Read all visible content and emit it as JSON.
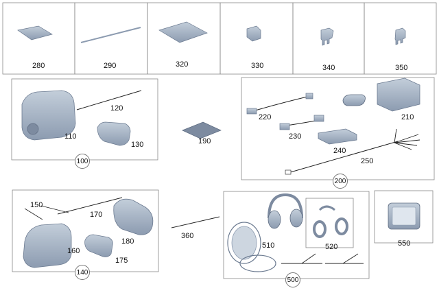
{
  "parts": {
    "p280": "280",
    "p290": "290",
    "p320": "320",
    "p330": "330",
    "p340": "340",
    "p350": "350",
    "p110": "110",
    "p120": "120",
    "p130": "130",
    "p190": "190",
    "p220": "220",
    "p210": "210",
    "p230": "230",
    "p240": "240",
    "p250": "250",
    "p150": "150",
    "p170": "170",
    "p180": "180",
    "p160": "160",
    "p175": "175",
    "p360": "360",
    "p510": "510",
    "p520": "520",
    "p550": "550"
  },
  "groups": {
    "g100": "100",
    "g200": "200",
    "g140": "140",
    "g500": "500"
  },
  "colors": {
    "part_fill": "#a9b6c8",
    "part_dark": "#7d8ba0",
    "frame": "#888888"
  }
}
